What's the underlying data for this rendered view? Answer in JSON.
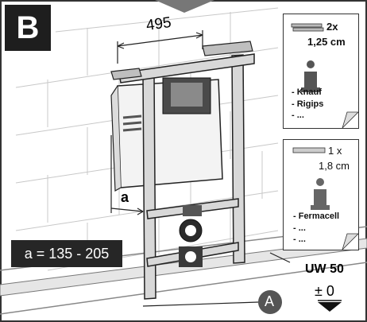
{
  "step_label": "B",
  "dimensions": {
    "width_label": "495",
    "depth_marker": "a",
    "depth_range": "a = 135 - 205"
  },
  "note_board_2x": {
    "count": "2x",
    "thickness": "1,25 cm",
    "materials": [
      "- Knauf",
      "- Rigips",
      "- ..."
    ]
  },
  "note_board_1x": {
    "count": "1 x",
    "thickness": "1,8 cm",
    "materials": [
      "- Fermacell",
      "- ...",
      "- ..."
    ]
  },
  "profile_label": "UW 50",
  "callout_letter": "A",
  "level_mark": "± 0",
  "icons": [
    "info-icon",
    "folded-corner-icon",
    "board-layer-icon",
    "level-arrow-icon"
  ]
}
